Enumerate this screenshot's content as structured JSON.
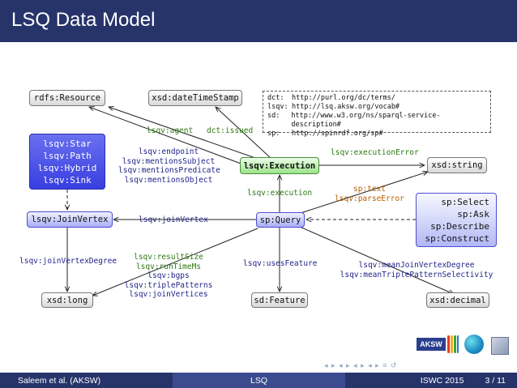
{
  "slide": {
    "title": "LSQ Data Model",
    "footer": {
      "author": "Saleem et al.  (AKSW)",
      "short_title": "LSQ",
      "venue": "ISWC 2015",
      "page": "3 / 11"
    }
  },
  "nodes": {
    "rdfs_resource": "rdfs:Resource",
    "xsd_datetimestamp": "xsd:dateTimeStamp",
    "execution": "lsqv:Execution",
    "xsd_string": "xsd:string",
    "query": "sp:Query",
    "join_vertex": "lsqv:JoinVertex",
    "xsd_long": "xsd:long",
    "sd_feature": "sd:Feature",
    "xsd_decimal": "xsd:decimal",
    "vertex_types": [
      "lsqv:Star",
      "lsqv:Path",
      "lsqv:Hybrid",
      "lsqv:Sink"
    ],
    "query_types": [
      "sp:Select",
      "sp:Ask",
      "sp:Describe",
      "sp:Construct"
    ]
  },
  "prefixes": [
    {
      "prefix": "dct:",
      "uri": "http://purl.org/dc/terms/"
    },
    {
      "prefix": "lsqv:",
      "uri": "http://lsq.aksw.org/vocab#"
    },
    {
      "prefix": "sd:",
      "uri": "http://www.w3.org/ns/sparql-service-description#"
    },
    {
      "prefix": "sp:",
      "uri": "http://spinrdf.org/sp#"
    }
  ],
  "edges": {
    "agent": "lsqv:agent",
    "issued": "dct:issued",
    "endpoint_mentions": [
      "lsqv:endpoint",
      "lsqv:mentionsSubject",
      "lsqv:mentionsPredicate",
      "lsqv:mentionsObject"
    ],
    "execution_error": "lsqv:executionError",
    "text_parse": [
      "sp:text",
      "lsqv:parseError"
    ],
    "execution": "lsqv:execution",
    "join_vertex": "lsqv:joinVertex",
    "join_vertex_degree": "lsqv:joinVertexDegree",
    "result_runtime": [
      "lsqv:resultSize",
      "lsqv:runTimeMs"
    ],
    "bgps_patterns": [
      "lsqv:bgps",
      "lsqv:triplePatterns",
      "lsqv:joinVertices"
    ],
    "uses_feature": "lsqv:usesFeature",
    "mean_degree": [
      "lsqv:meanJoinVertexDegree",
      "lsqv:meanTriplePatternSelectivity"
    ]
  },
  "logos": {
    "aksw": "AKSW"
  },
  "colors": {
    "title_bar": "#26346a",
    "green_label": "#2d7a12",
    "blue_label": "#23238a",
    "orange_label": "#b85c00"
  }
}
